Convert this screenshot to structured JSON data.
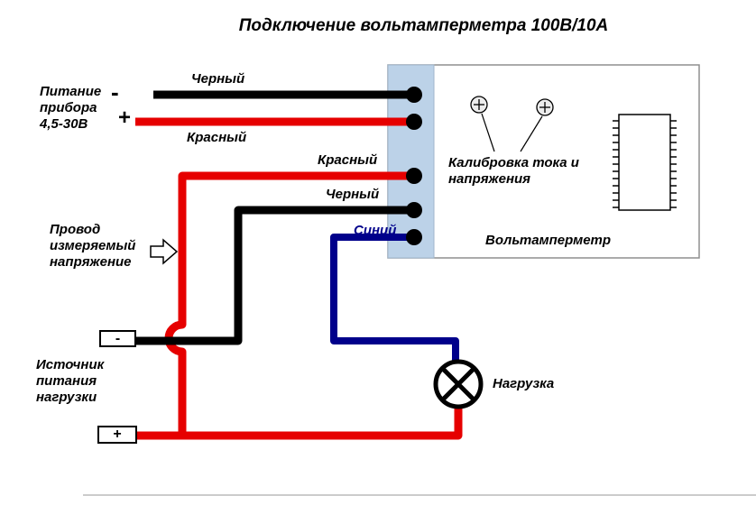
{
  "title": "Подключение вольтамперметра 100В/10А",
  "device": {
    "name": "Вольтамперметр",
    "calibration_label": "Калибровка тока и\nнапряжения"
  },
  "power_input": {
    "label": "Питание\nприбора\n4,5-30В",
    "minus": "-",
    "plus": "+",
    "wire_top_label": "Черный",
    "wire_bottom_label": "Красный"
  },
  "sense_wires": {
    "red_label": "Красный",
    "black_label": "Черный",
    "blue_label": "Синий",
    "note": "Провод\nизмеряемый\nнапряжение"
  },
  "load_source": {
    "label": "Источник\nпитания\nнагрузки",
    "minus": "-",
    "plus": "+"
  },
  "load": {
    "label": "Нагрузка"
  },
  "colors": {
    "black_wire": "#000000",
    "red_wire": "#e60000",
    "blue_wire": "#00008b",
    "connector_strip": "#bcd2e8"
  }
}
